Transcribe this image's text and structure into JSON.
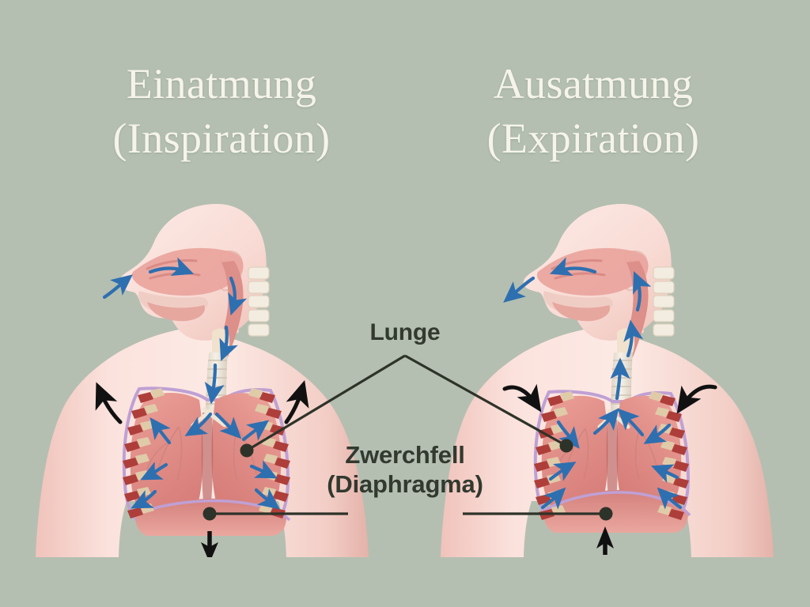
{
  "page": {
    "background_color": "#b4bfb1",
    "language": "de",
    "topic": "Atmung – Inspiration und Exspiration"
  },
  "titles": {
    "left": "Einatmung\n(Inspiration)",
    "right": "Ausatmung\n(Expiration)",
    "color": "#f6f4ea"
  },
  "callouts": {
    "lung": "Lunge",
    "diaphragm": "Zwerchfell\n(Diaphragma)",
    "color": "#32392f"
  },
  "figures": [
    {
      "id": "inspiration",
      "title": "Einatmung (Inspiration)",
      "airflow_direction": "in",
      "airflow_arrow_color": "#2e6fb0",
      "ribcage_motion": "up-and-out",
      "ribcage_arrow_color": "#121212",
      "diaphragm_motion": "down",
      "diaphragm_arrow": "↓"
    },
    {
      "id": "expiration",
      "title": "Ausatmung (Expiration)",
      "airflow_direction": "out",
      "airflow_arrow_color": "#2e6fb0",
      "ribcage_motion": "down-and-in",
      "ribcage_arrow_color": "#121212",
      "diaphragm_motion": "up",
      "diaphragm_arrow": "↑"
    }
  ],
  "palette": {
    "skin_light": "#fadedb",
    "skin_mid": "#f3cfc8",
    "skin_shadow": "#e6b6ad",
    "lung_fill": "#e08c86",
    "lung_fill_light": "#eda89f",
    "pleura": "#c5a6d6",
    "rib_red": "#b4413c",
    "rib_cartilage": "#e3cfae",
    "trachea": "#ecE4d8",
    "airway_pink": "#d9837d",
    "leader_line": "#2e3329"
  }
}
